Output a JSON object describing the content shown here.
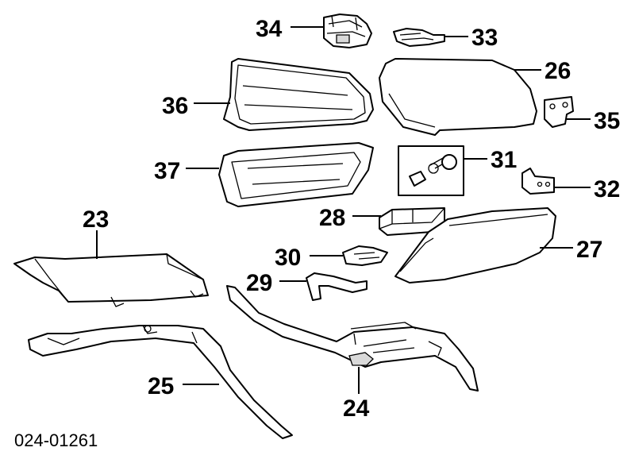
{
  "diagram_ref": "024-01261",
  "callouts": {
    "c23": "23",
    "c24": "24",
    "c25": "25",
    "c26": "26",
    "c27": "27",
    "c28": "28",
    "c29": "29",
    "c30": "30",
    "c31": "31",
    "c32": "32",
    "c33": "33",
    "c34": "34",
    "c35": "35",
    "c36": "36",
    "c37": "37"
  }
}
